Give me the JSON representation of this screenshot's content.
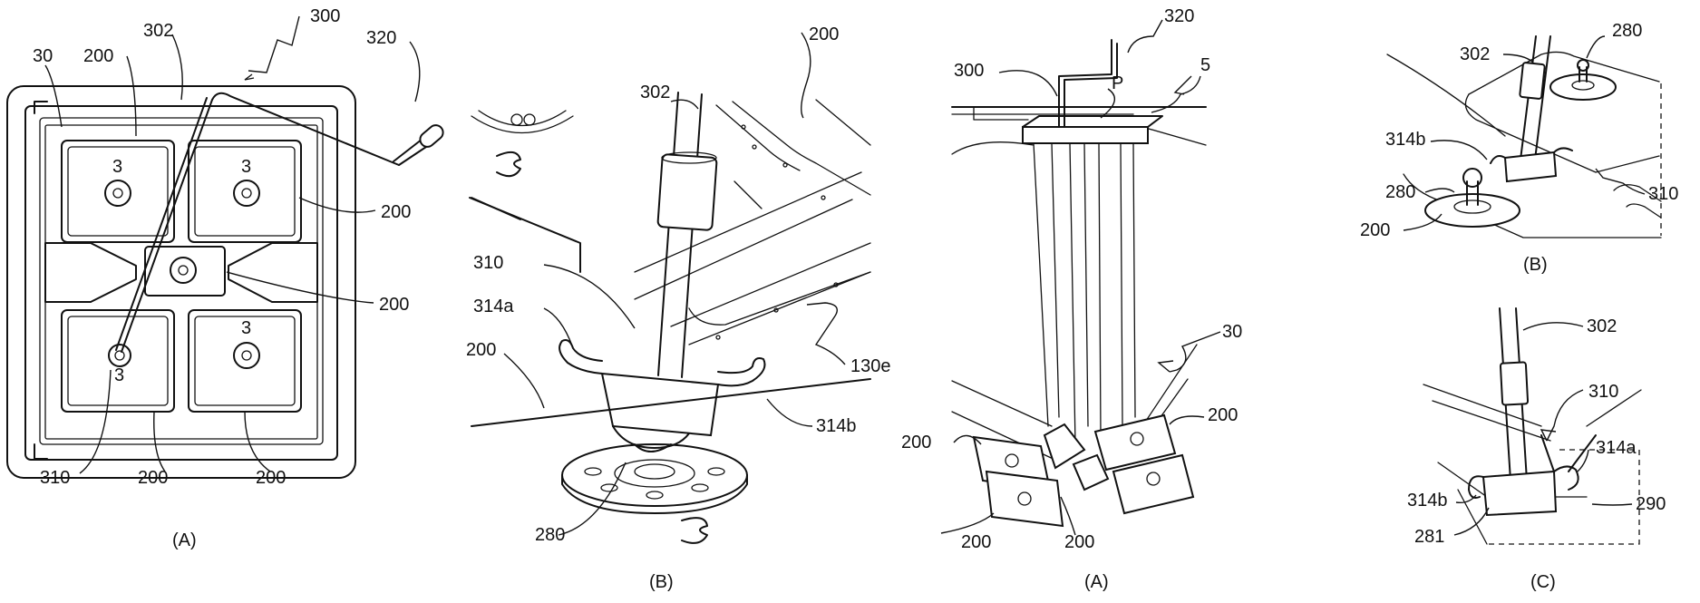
{
  "figure_left": {
    "panel_a": {
      "caption": "(A)",
      "labels": {
        "ref_30": "30",
        "ref_200_top_left": "200",
        "ref_302": "302",
        "ref_300": "300",
        "ref_320": "320",
        "ref_200_right_upper": "200",
        "ref_200_center": "200",
        "ref_310": "310",
        "ref_200_bottom_mid": "200",
        "ref_200_bottom_right": "200"
      },
      "pad_marks": [
        "3",
        "3",
        "3",
        "3"
      ]
    },
    "panel_b": {
      "caption": "(B)",
      "labels": {
        "ref_200_top": "200",
        "ref_302": "302",
        "ref_310": "310",
        "ref_314a": "314a",
        "ref_200_left": "200",
        "ref_130e": "130e",
        "ref_314b": "314b",
        "ref_280": "280"
      }
    }
  },
  "figure_right": {
    "panel_a": {
      "caption": "(A)",
      "labels": {
        "ref_320": "320",
        "ref_300": "300",
        "ref_p": "P",
        "ref_5": "5",
        "ref_30": "30",
        "ref_200_left": "200",
        "ref_200_right": "200",
        "ref_200_bottom_left": "200",
        "ref_200_bottom_mid": "200"
      }
    },
    "panel_b": {
      "caption": "(B)",
      "labels": {
        "ref_302": "302",
        "ref_280_top": "280",
        "ref_314b": "314b",
        "ref_280_left": "280",
        "ref_200": "200",
        "ref_310": "310"
      }
    },
    "panel_c": {
      "caption": "(C)",
      "labels": {
        "ref_302": "302",
        "ref_310": "310",
        "ref_314a": "314a",
        "ref_314b": "314b",
        "ref_290": "290",
        "ref_281": "281"
      }
    }
  }
}
